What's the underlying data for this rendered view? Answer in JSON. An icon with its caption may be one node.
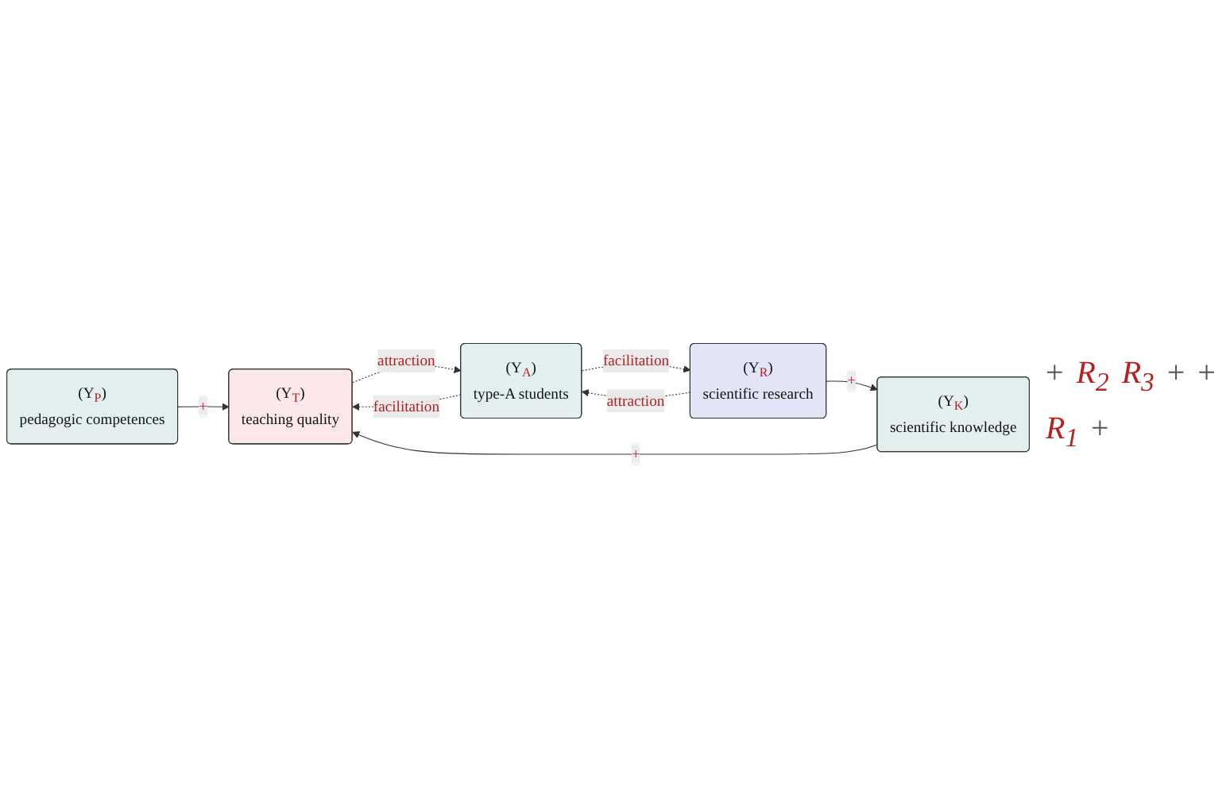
{
  "diagram": {
    "nodes": [
      {
        "text": [
          "(Y$_{T}$)",
          "teaching quality"
        ]
      },
      {
        "text": [
          "(Y$_{P}$)",
          "pedagogic competences"
        ]
      },
      {
        "text": [
          "(Y$_{K}$)",
          "scientific knowledge"
        ]
      },
      {
        "text": [
          "(Y$_{A}$)",
          "type-A students"
        ]
      },
      {
        "text": [
          "(Y$_{R}$)",
          "scientific research"
        ]
      }
    ],
    "edges": [
      {
        "from": 1,
        "to": 0,
        "arrow": "to",
        "label": "+"
      },
      {
        "from": 2,
        "to": 0,
        "arrow": "to",
        "label": "+"
      },
      {
        "from": 3,
        "to": 0,
        "arrow": "to",
        "label": "facilitation",
        "style": "dashed"
      },
      {
        "from": 0,
        "to": 3,
        "arrow": "to",
        "label": "attraction",
        "style": "dashed"
      },
      {
        "from": 3,
        "to": 4,
        "arrow": "to",
        "label": "facilitation",
        "style": "dashed"
      },
      {
        "from": 4,
        "to": 3,
        "arrow": "to",
        "label": "attraction",
        "style": "dashed"
      },
      {
        "from": 4,
        "to": 2,
        "arrow": "to",
        "label": "+"
      }
    ],
    "labels": [
      "+",
      "R$_{2}$",
      "R$_{3}$",
      "+",
      "+",
      "R$_{1}$",
      "+"
    ]
  }
}
